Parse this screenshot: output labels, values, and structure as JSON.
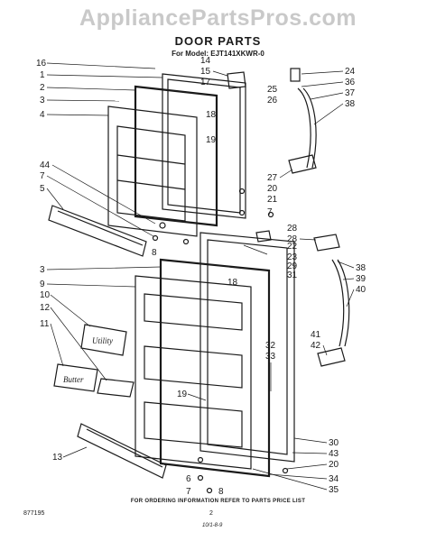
{
  "watermark": "AppliancePartsPros.com",
  "title": "DOOR PARTS",
  "model": "For Model: EJT141XKWR-0",
  "footer": "FOR ORDERING INFORMATION REFER TO PARTS PRICE LIST",
  "doc_number": "877195",
  "page_number": "2",
  "scribble": "10/1-8-9",
  "bin_labels": {
    "utility": "Utility",
    "butter": "Butter"
  },
  "callouts": [
    "16",
    "1",
    "2",
    "3",
    "4",
    "44",
    "7",
    "5",
    "8",
    "3",
    "9",
    "10",
    "12",
    "11",
    "13",
    "6",
    "7",
    "14",
    "15",
    "17",
    "18",
    "19",
    "18",
    "19",
    "24",
    "36",
    "37",
    "38",
    "25",
    "26",
    "27",
    "20",
    "21",
    "7",
    "28",
    "22",
    "23",
    "29",
    "31",
    "28",
    "38",
    "39",
    "40",
    "32",
    "33",
    "41",
    "42",
    "30",
    "43",
    "20",
    "34",
    "35",
    "8"
  ]
}
